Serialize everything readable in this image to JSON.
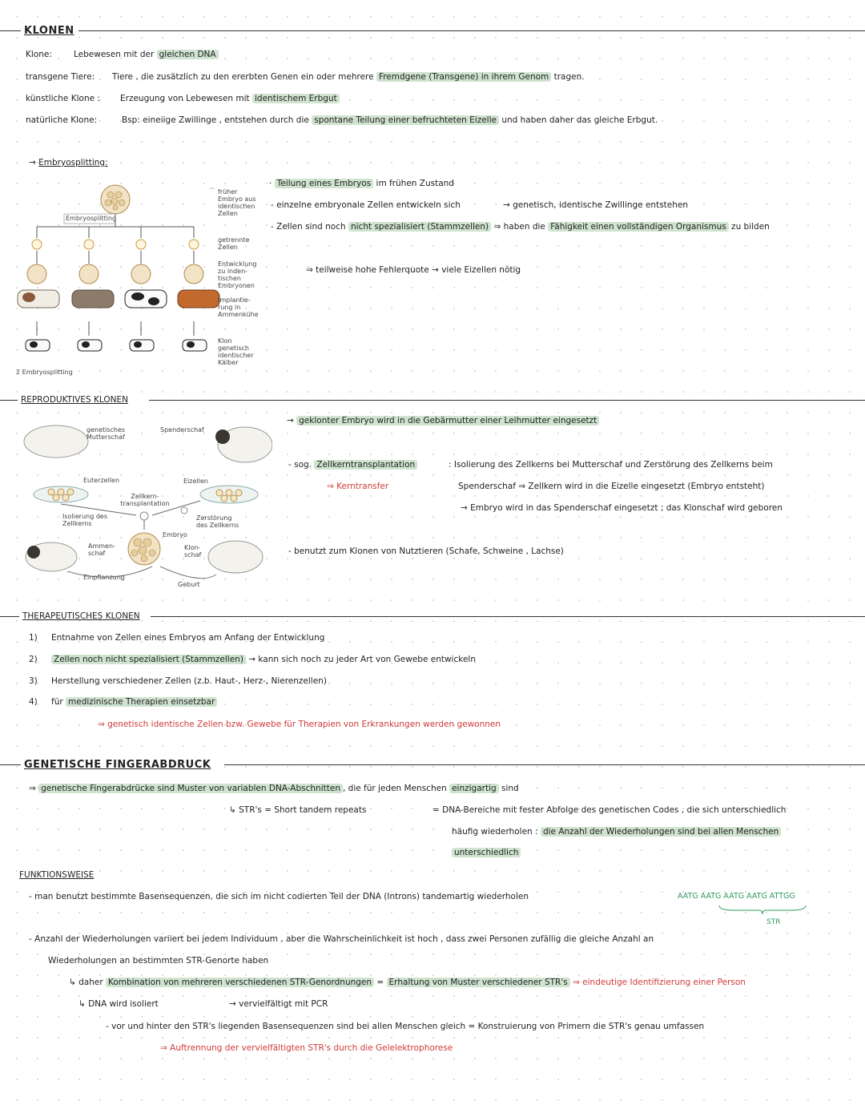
{
  "klonen": {
    "title": "KLONEN",
    "klone_label": "Klone:",
    "klone_text": "Lebewesen mit der ",
    "klone_hl": "gleichen DNA",
    "transgen_label": "transgene Tiere:",
    "transgen_text": "Tiere , die zusätzlich zu den ererbten Genen ein oder mehrere ",
    "transgen_hl1": "Fremdgene (Transgene) in ihrem Genom",
    "transgen_tail": " tragen.",
    "kuenstl_label": "künstliche Klone :",
    "kuenstl_text": "Erzeugung von Lebewesen mit ",
    "kuenstl_hl": "identischem Erbgut",
    "natuerl_label": "natürliche Klone:",
    "natuerl_text": "Bsp: eineiige Zwillinge , entstehen durch die ",
    "natuerl_hl": "spontane Teilung einer befruchteten Eizelle",
    "natuerl_tail": " und haben daher das gleiche Erbgut."
  },
  "embryo": {
    "title": "Embryosplitting:",
    "b1_hl": "Teilung eines Embryos",
    "b1_tail": " im frühen Zustand",
    "b2": "einzelne embryonale Zellen entwickeln sich",
    "b2_arrow": "→ genetisch, identische Zwillinge entstehen",
    "b3": "Zellen sind noch ",
    "b3_hl": "nicht spezialisiert (Stammzellen)",
    "b3_mid": " ⇒ haben die ",
    "b3_hl2": "Fähigkeit einen vollständigen Organismus",
    "b3_tail": " zu bilden",
    "b4": "⇒ teilweise hohe Fehlerquote → viele Eizellen nötig",
    "fig_labels": {
      "top": "Embryosplitting",
      "early": "früher Embryo aus identischen Zellen",
      "sep": "getrennte Zellen",
      "dev": "Entwicklung zu inden-tischen Embryonen",
      "impl": "Implantie-rung in Ammenkühe",
      "clone": "Klon genetisch identischer Kälber",
      "caption": "2 Embryosplitting"
    }
  },
  "reproduktiv": {
    "title": "REPRODUKTIVES KLONEN",
    "b1_hl": "geklonter Embryo wird in die Gebärmutter einer Leihmutter eingesetzt",
    "b2_pre": "sog. ",
    "b2_hl": "Zellkerntransplantation",
    "b2_red": "⇒ Kerntransfer",
    "b2_text1": ": Isolierung des Zellkerns bei Mutterschaf und Zerstörung des Zellkerns beim",
    "b2_text2": "Spenderschaf ⇒ Zellkern wird in die Eizelle eingesetzt (Embryo entsteht)",
    "b2_text3": "→ Embryo wird in das Spenderschaf eingesetzt ; das Klonschaf wird geboren",
    "b3": "benutzt zum Klonen von Nutztieren (Schafe, Schweine , Lachse)",
    "fig_labels": {
      "gm": "genetisches Mutterschaf",
      "spender": "Spenderschaf",
      "euter": "Euterzellen",
      "eizellen": "Eizellen",
      "zkt": "Zellkern-transplantation",
      "iso": "Isolierung des Zellkerns",
      "zerst": "Zerstörung des Zellkerns",
      "embryo": "Embryo",
      "amme": "Ammen-schaf",
      "klon": "Klon-schaf",
      "einpf": "Einpflanzung",
      "geburt": "Geburt"
    }
  },
  "therapeutisch": {
    "title": "THERAPEUTISCHES KLONEN",
    "n1": "1)",
    "s1": "Entnahme von Zellen eines Embryos am Anfang der Entwicklung",
    "n2": "2)",
    "s2_hl": "Zellen noch nicht spezialisiert (Stammzellen)",
    "s2_tail": " → kann sich noch zu jeder Art von Gewebe entwickeln",
    "n3": "3)",
    "s3": "Herstellung verschiedener Zellen (z.b. Haut-, Herz-, Nierenzellen)",
    "n4": "4)",
    "s4_pre": "für ",
    "s4_hl": "medizinische Therapien einsetzbar",
    "s5_red": "⇒ genetisch identische Zellen bzw. Gewebe für Therapien von Erkrankungen werden gewonnen"
  },
  "finger": {
    "title": "GENETISCHE FINGERABDRUCK",
    "l1_hl": "genetische Fingerabdrücke sind Muster von variablen DNA-Abschnitten",
    "l1_mid": ", die für jeden Menschen ",
    "l1_hl2": "einzigartig",
    "l1_tail": " sind",
    "str": "↳ STR's = Short tandem repeats",
    "str_def1": "= DNA-Bereiche mit fester Abfolge des genetischen Codes , die sich unterschiedlich",
    "str_def2": "häufig wiederholen",
    "str_def2b": ": ",
    "str_hl": "die Anzahl der Wiederholungen sind bei allen Menschen",
    "str_hl2": "unterschiedlich"
  },
  "funktion": {
    "title": "FUNKTIONSWEISE",
    "f1": "man benutzt bestimmte Basensequenzen, die sich im nicht codierten Teil der DNA (Introns) tandemartig wiederholen",
    "seq": "AATG  AATG AATG AATG  ATTGG",
    "seq_label": "STR",
    "f2a": "Anzahl der Wiederholungen variiert bei jedem Individuum , aber die Wahrscheinlichkeit ist hoch , dass zwei Personen zufällig die gleiche Anzahl an",
    "f2b": "Wiederholungen an bestimmten STR-Genorte haben",
    "f3_pre": "↳ daher ",
    "f3_hl": "Kombination von mehreren verschiedenen STR-Genordnungen",
    "f3_mid": " = ",
    "f3_hl2": "Erhaltung von Muster verschiedener STR's",
    "f3_red": " ⇒ eindeutige Identifizierung einer Person",
    "f4": "↳ DNA wird isoliert",
    "f4_tail": "→ vervielfältigt mit PCR",
    "f5": "- vor und hinter den STR's liegenden Basensequenzen sind bei allen Menschen gleich = Konstruierung von Primern die STR's genau umfassen",
    "f6_red": "⇒ Auftrennung der vervielfältigten STR's durch die Gelelektrophorese"
  }
}
